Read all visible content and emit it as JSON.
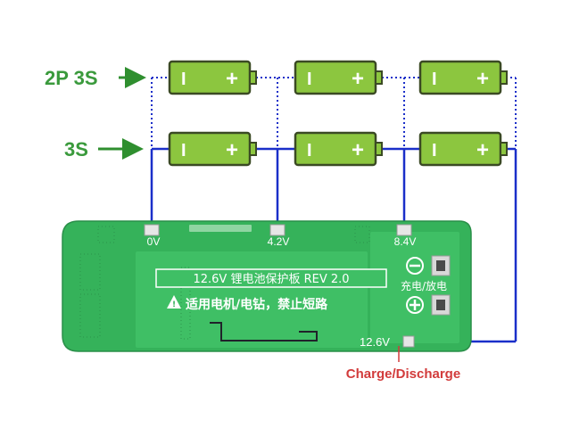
{
  "labels": {
    "row_top": "2P 3S",
    "row_bottom": "3S",
    "charge_discharge": "Charge/Discharge"
  },
  "battery": {
    "minus": "I",
    "plus": "+"
  },
  "board": {
    "title": "12.6V 锂电池保护板 REV 2.0",
    "warning": "适用电机/电钻，禁止短路",
    "charge_discharge_cn": "充电/放电",
    "pad_0v": "0V",
    "pad_42v": "4.2V",
    "pad_84v": "8.4V",
    "pad_126v": "12.6V"
  },
  "colors": {
    "label_green": "#3a9a3c",
    "arrow_green": "#2f8f2f",
    "battery_fill": "#8cc63f",
    "battery_stroke": "#3b4a24",
    "wire_blue": "#1a2fc9",
    "board_green": "#35b25a",
    "charge_label_red": "#d23b3b"
  }
}
